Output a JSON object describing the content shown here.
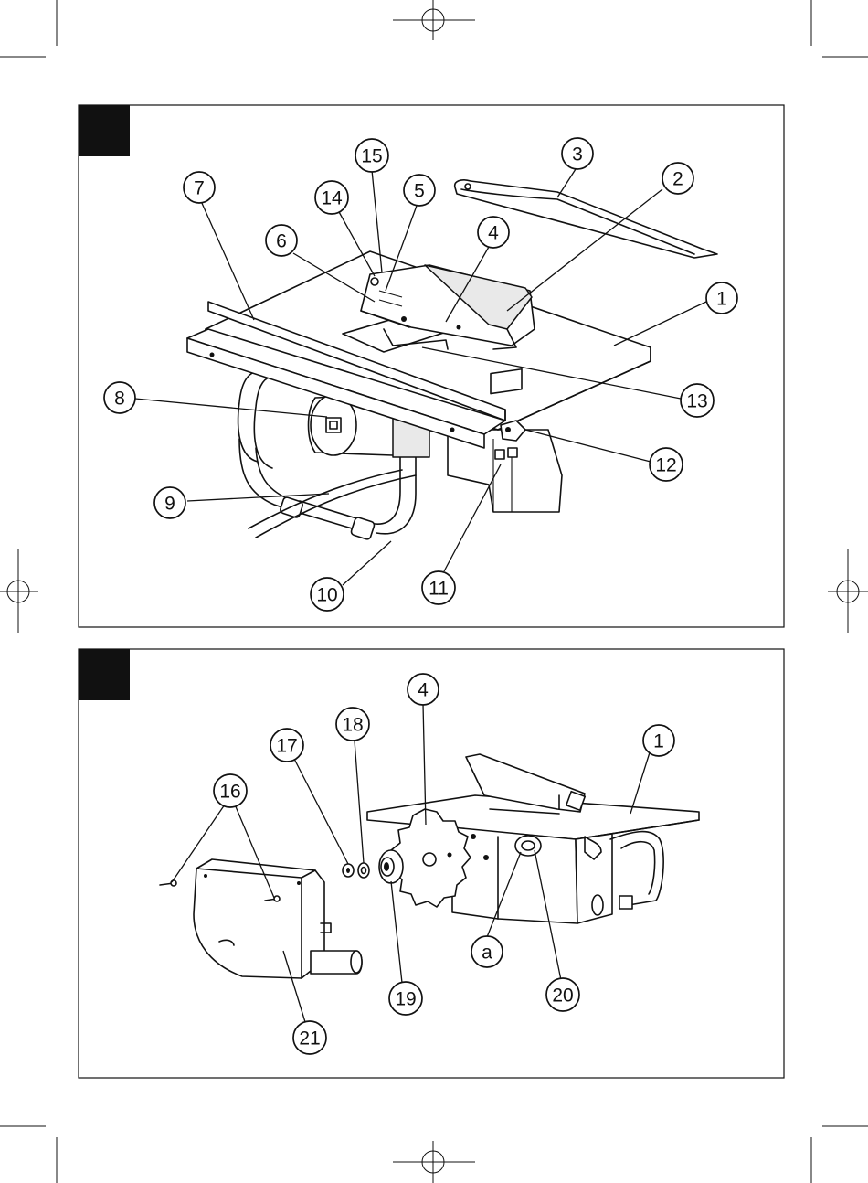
{
  "figure1": {
    "callouts": [
      "1",
      "2",
      "3",
      "4",
      "5",
      "6",
      "7",
      "8",
      "9",
      "10",
      "11",
      "12",
      "13",
      "14",
      "15"
    ]
  },
  "figure2": {
    "callouts": [
      "1",
      "4",
      "16",
      "17",
      "18",
      "19",
      "20",
      "21",
      "a"
    ]
  }
}
